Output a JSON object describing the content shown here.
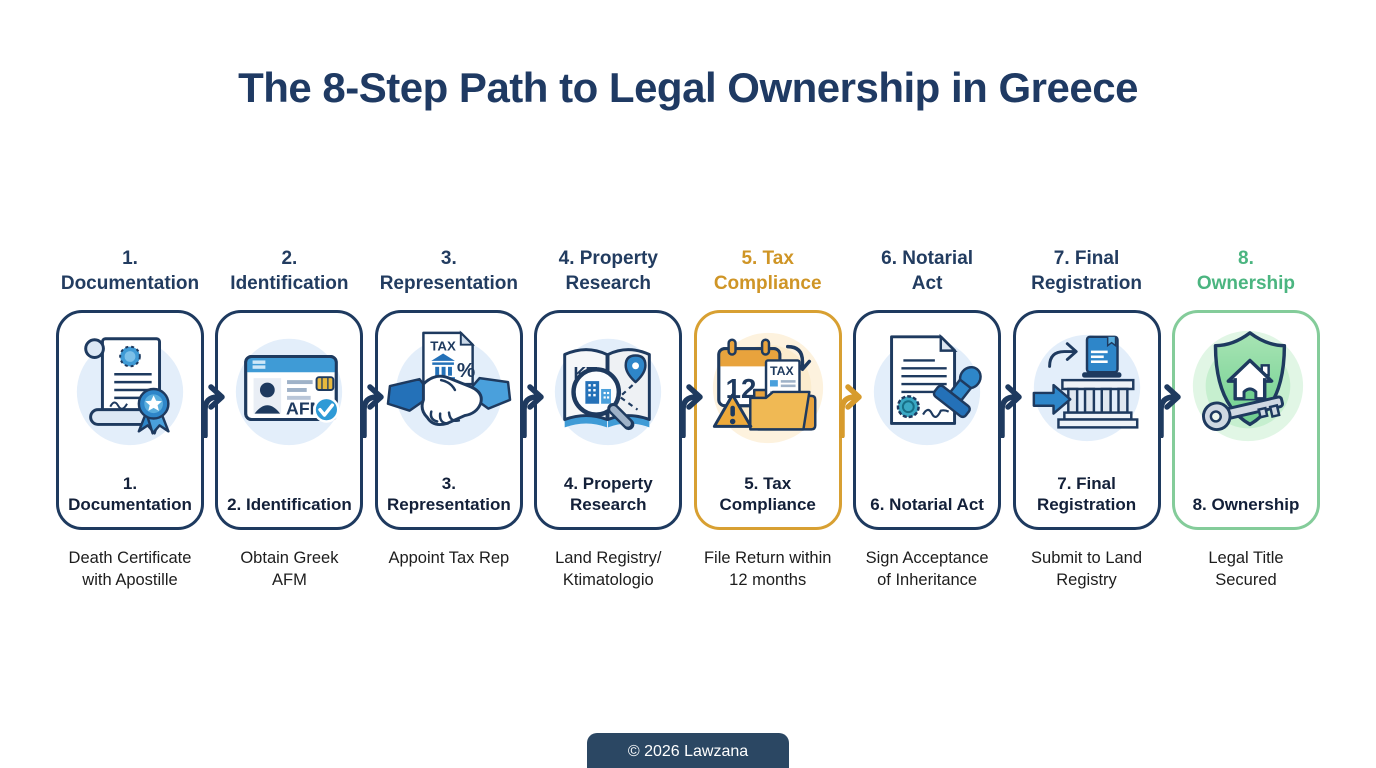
{
  "title": "The 8-Step Path to Legal Ownership in Greece",
  "footer": {
    "text": "© 2026 Lawzana"
  },
  "colors": {
    "navy": "#1e3a5f",
    "gold_accent": "#d79b2c",
    "green_accent": "#4bb580",
    "green_border": "#84cc9a",
    "light_blue_icon_bg": "#e3eefa",
    "light_amber_icon_bg": "#fdf2de",
    "footer_bg": "#2b4763",
    "arrow_default": "#1e3a5f",
    "arrow_tax": "#d79b2c"
  },
  "steps": [
    {
      "top_label": [
        "1.",
        "Documentation"
      ],
      "card_label": [
        "1. Documentation"
      ],
      "description": [
        "Death Certificate",
        "with Apostille"
      ],
      "icon": "certificate-scroll-icon",
      "accent": "navy"
    },
    {
      "top_label": [
        "2.",
        "Identification"
      ],
      "card_label": [
        "2. Identification"
      ],
      "description": [
        "Obtain Greek",
        "AFM"
      ],
      "icon": "afm-id-card-icon",
      "accent": "navy"
    },
    {
      "top_label": [
        "3.",
        "Representation"
      ],
      "card_label": [
        "3. Representation"
      ],
      "description": [
        "Appoint Tax Rep"
      ],
      "icon": "handshake-tax-icon",
      "accent": "navy"
    },
    {
      "top_label": [
        "4. Property",
        "Research"
      ],
      "card_label": [
        "4. Property",
        "Research"
      ],
      "description": [
        "Land Registry/",
        "Ktimatologio"
      ],
      "icon": "map-search-icon",
      "accent": "navy"
    },
    {
      "top_label": [
        "5. Tax",
        "Compliance"
      ],
      "card_label": [
        "5. Tax",
        "Compliance"
      ],
      "description": [
        "File Return within",
        "12 months"
      ],
      "icon": "tax-deadline-calendar-icon",
      "accent": "gold"
    },
    {
      "top_label": [
        "6. Notarial",
        "Act"
      ],
      "card_label": [
        "6. Notarial Act"
      ],
      "description": [
        "Sign Acceptance",
        "of Inheritance"
      ],
      "icon": "notary-stamp-icon",
      "accent": "navy"
    },
    {
      "top_label": [
        "7. Final",
        "Registration"
      ],
      "card_label": [
        "7. Final",
        "Registration"
      ],
      "description": [
        "Submit to Land",
        "Registry"
      ],
      "icon": "registry-building-icon",
      "accent": "navy"
    },
    {
      "top_label": [
        "8.",
        "Ownership"
      ],
      "card_label": [
        "8. Ownership"
      ],
      "description": [
        "Legal Title",
        "Secured"
      ],
      "icon": "shield-key-icon",
      "accent": "green"
    }
  ]
}
